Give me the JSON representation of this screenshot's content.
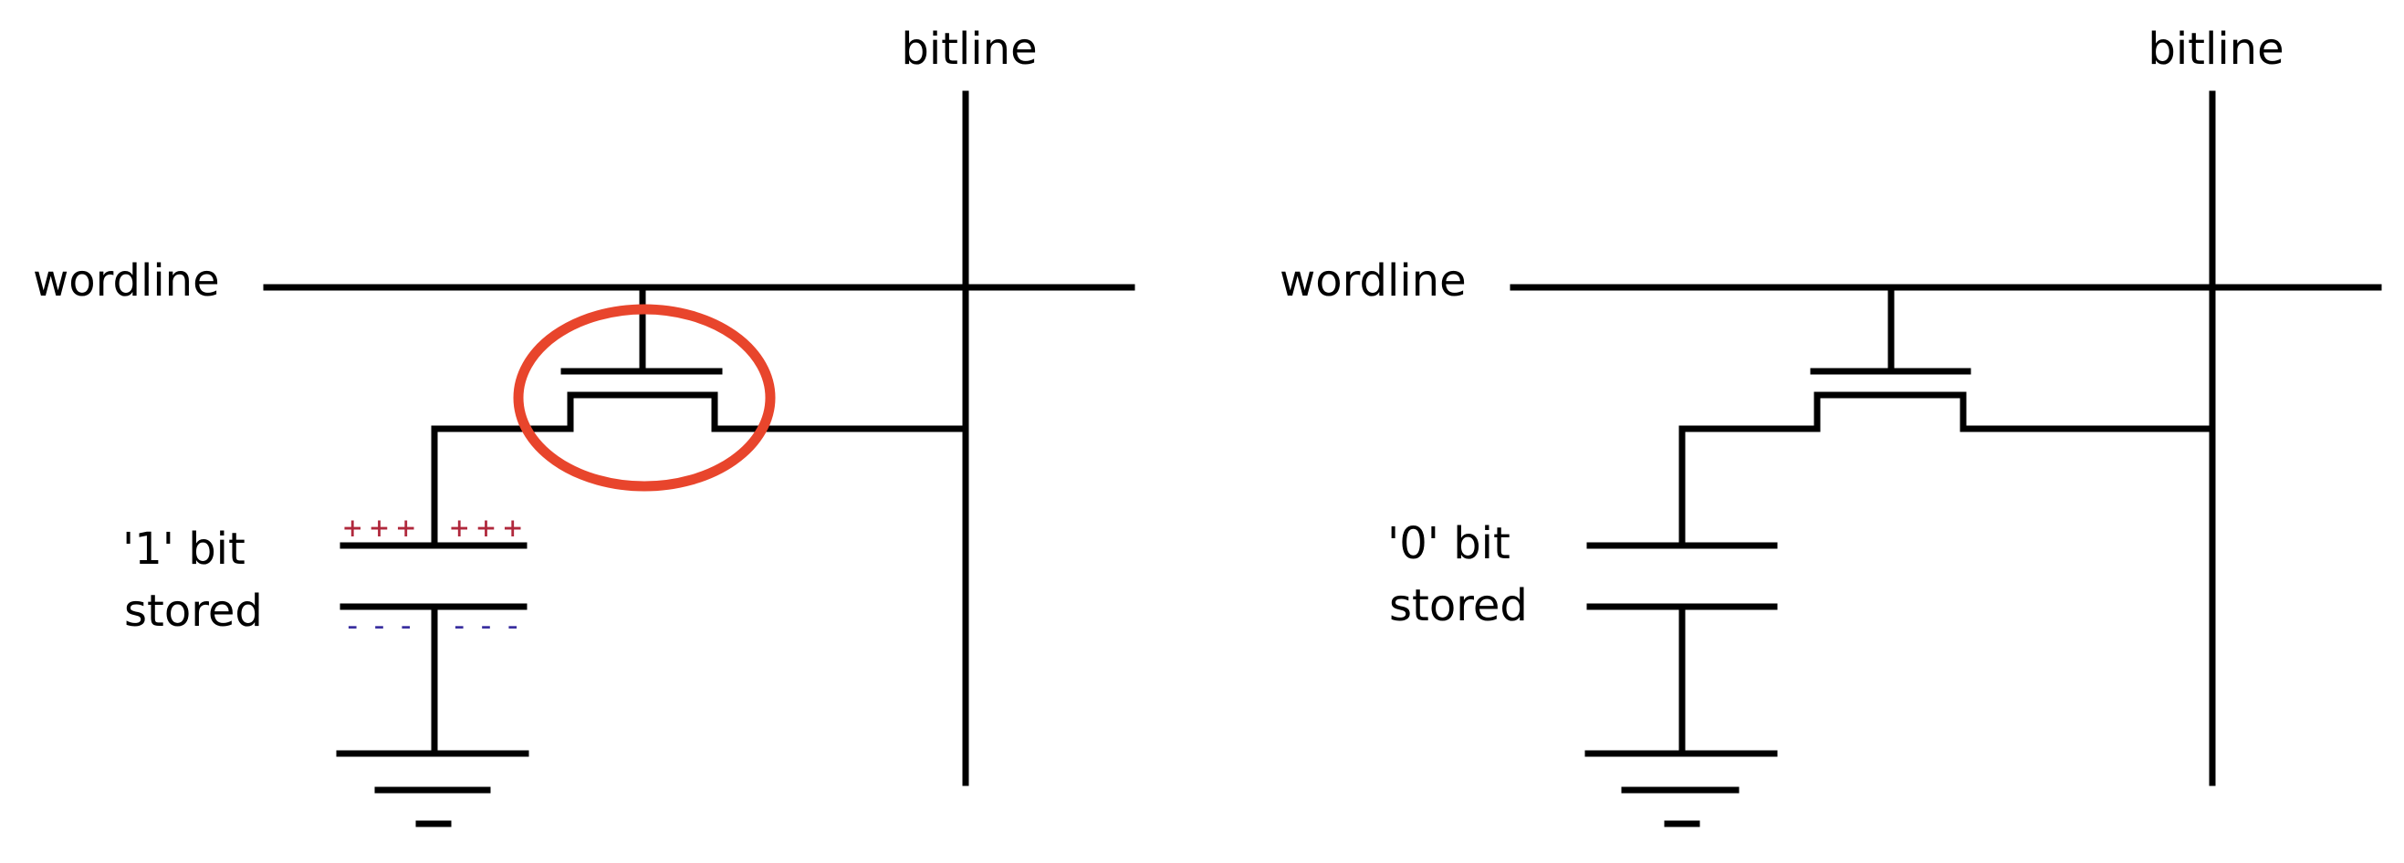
{
  "cells": [
    {
      "bitline_label": "bitline",
      "wordline_label": "wordline",
      "state_label_line1": "'1' bit",
      "state_label_line2": "stored",
      "top_plate_charge": "+++ +++",
      "bottom_plate_charge": "--- ---"
    },
    {
      "bitline_label": "bitline",
      "wordline_label": "wordline",
      "state_label_line1": "'0' bit",
      "state_label_line2": "stored"
    }
  ],
  "colors": {
    "wire": "#000000",
    "highlight": "#e8452c",
    "positive_charge": "#b0283c",
    "negative_charge": "#3a2fa0"
  }
}
